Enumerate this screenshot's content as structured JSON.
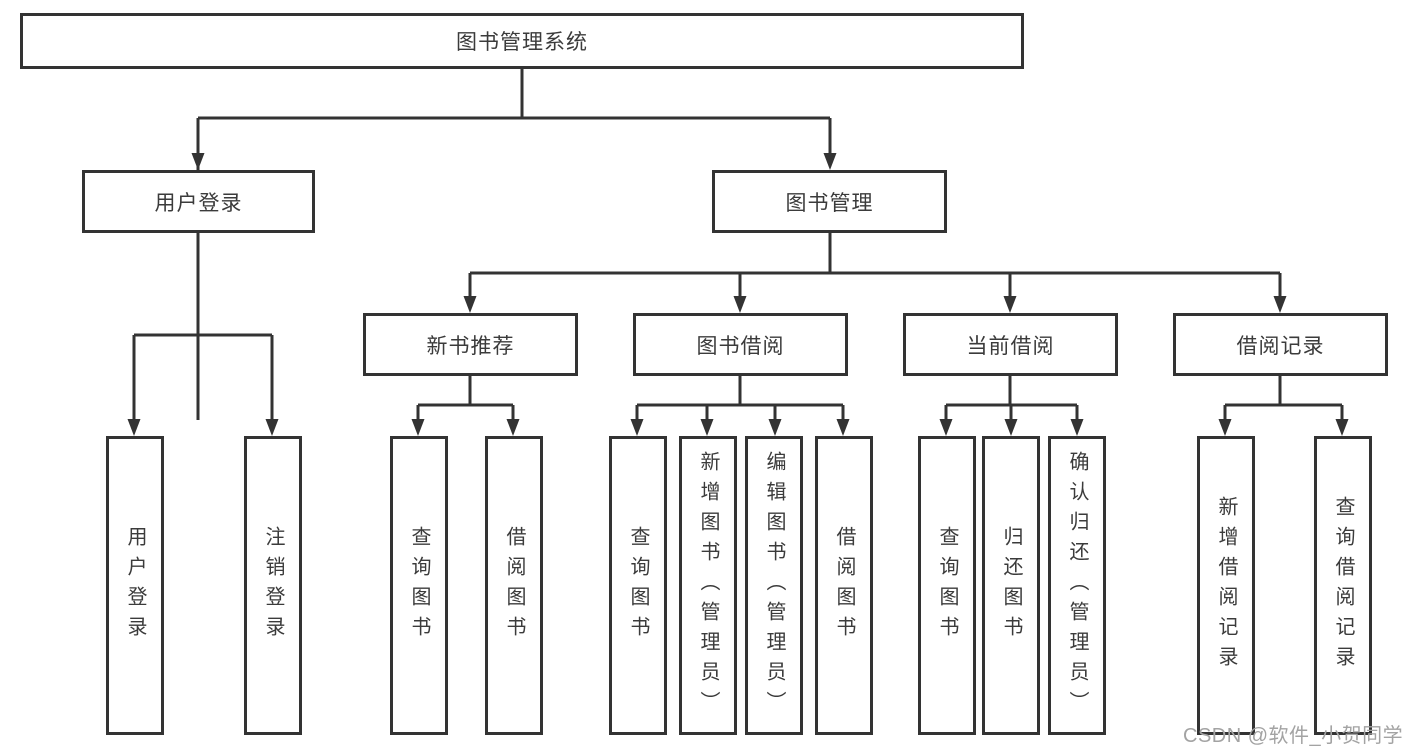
{
  "chart": {
    "type": "hierarchy-diagram",
    "root": "图书管理系统",
    "branches": [
      {
        "label": "用户登录",
        "children": [
          "用户登录",
          "注销登录"
        ]
      },
      {
        "label": "图书管理",
        "children": [
          {
            "label": "新书推荐",
            "children": [
              "查询图书",
              "借阅图书"
            ]
          },
          {
            "label": "图书借阅",
            "children": [
              "查询图书",
              "新增图书（管理员）",
              "编辑图书（管理员）",
              "借阅图书"
            ]
          },
          {
            "label": "当前借阅",
            "children": [
              "查询图书",
              "归还图书",
              "确认归还（管理员）"
            ]
          },
          {
            "label": "借阅记录",
            "children": [
              "新增借阅记录",
              "查询借阅记录"
            ]
          }
        ]
      }
    ]
  },
  "watermark": "CSDN @软件_小贺同学",
  "colors": {
    "line": "#333333",
    "text": "#3b3b3b",
    "watermark": "#a3a3a3",
    "background": "#ffffff"
  }
}
